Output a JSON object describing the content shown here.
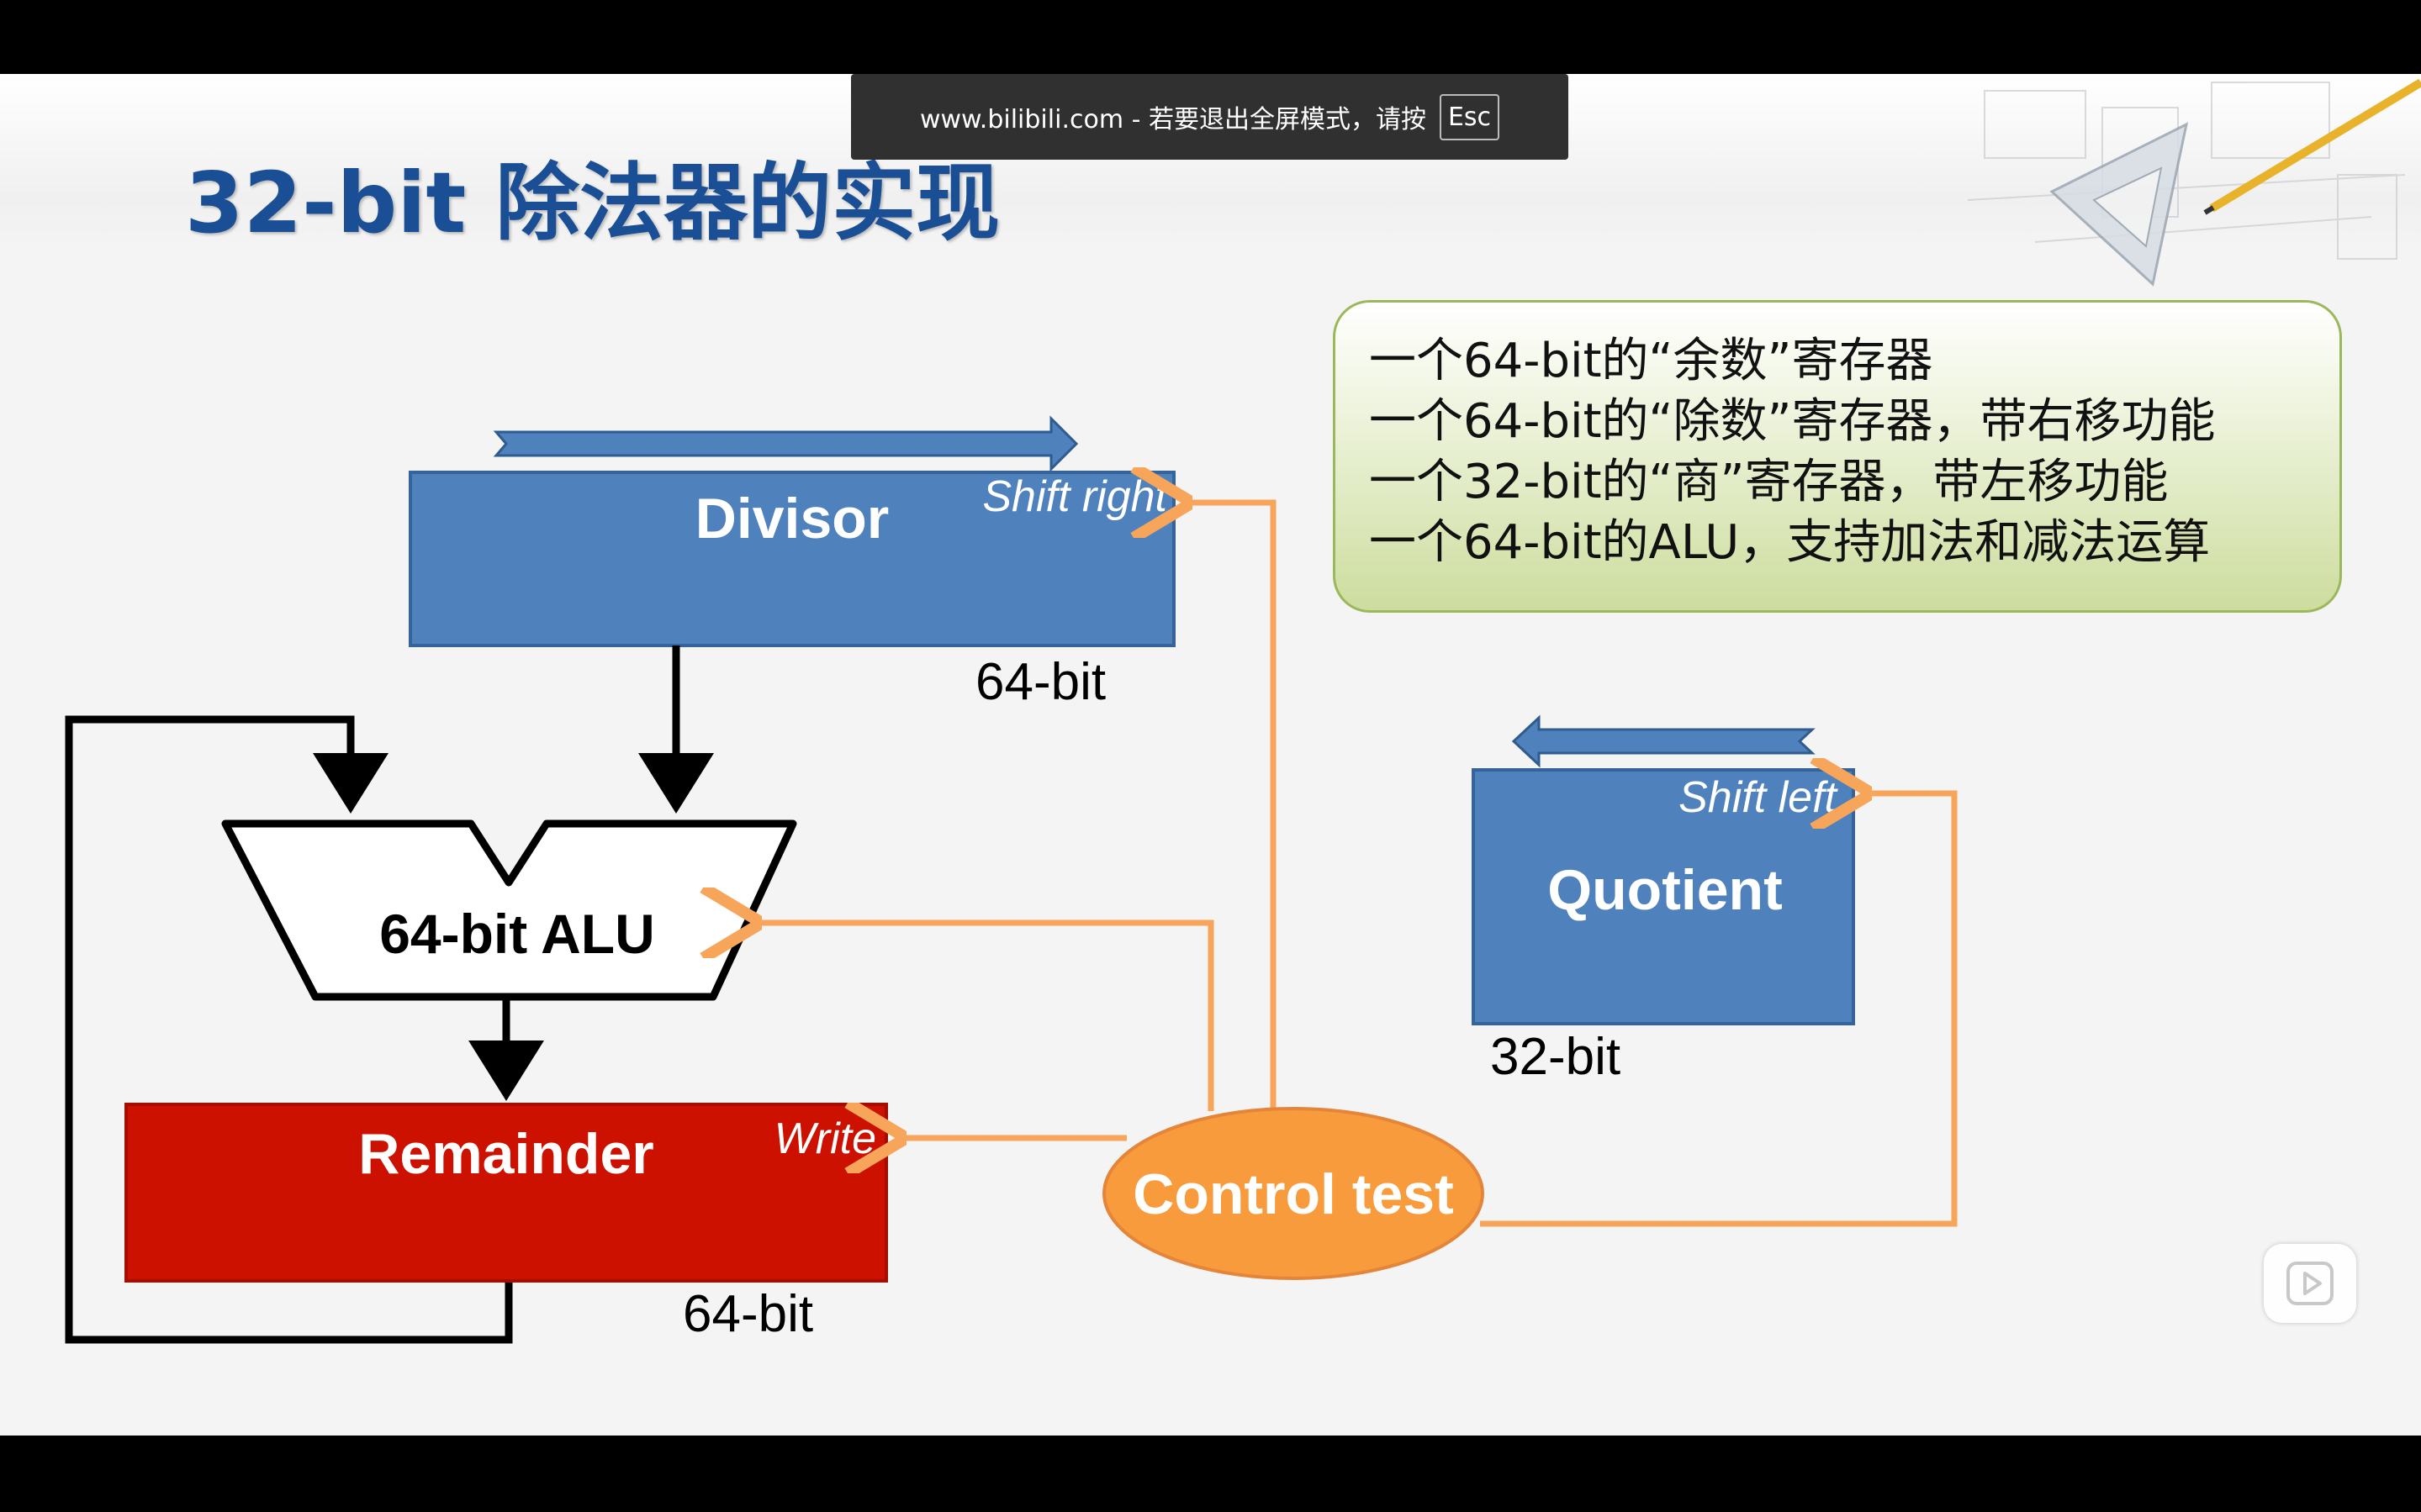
{
  "toast": {
    "message": "www.bilibili.com - 若要退出全屏模式，请按",
    "key": "Esc"
  },
  "slide": {
    "title": "32-bit 除法器的实现"
  },
  "info_box": {
    "lines": [
      "一个64-bit的“余数”寄存器",
      "一个64-bit的“除数”寄存器，带右移功能",
      "一个32-bit的“商”寄存器，带左移功能",
      "一个64-bit的ALU，支持加法和减法运算"
    ]
  },
  "diagram": {
    "divisor": {
      "label": "Divisor",
      "op": "Shift right",
      "width": "64-bit"
    },
    "alu": {
      "label": "64-bit ALU"
    },
    "remainder": {
      "label": "Remainder",
      "op": "Write",
      "width": "64-bit"
    },
    "quotient": {
      "label": "Quotient",
      "op": "Shift left",
      "width": "32-bit"
    },
    "control": {
      "label": "Control test"
    }
  },
  "colors": {
    "register_blue": "#4f81bd",
    "remainder_red": "#cc1100",
    "control_orange": "#f79b3c",
    "control_line": "#f6a55a",
    "title_blue": "#1a4f96"
  }
}
